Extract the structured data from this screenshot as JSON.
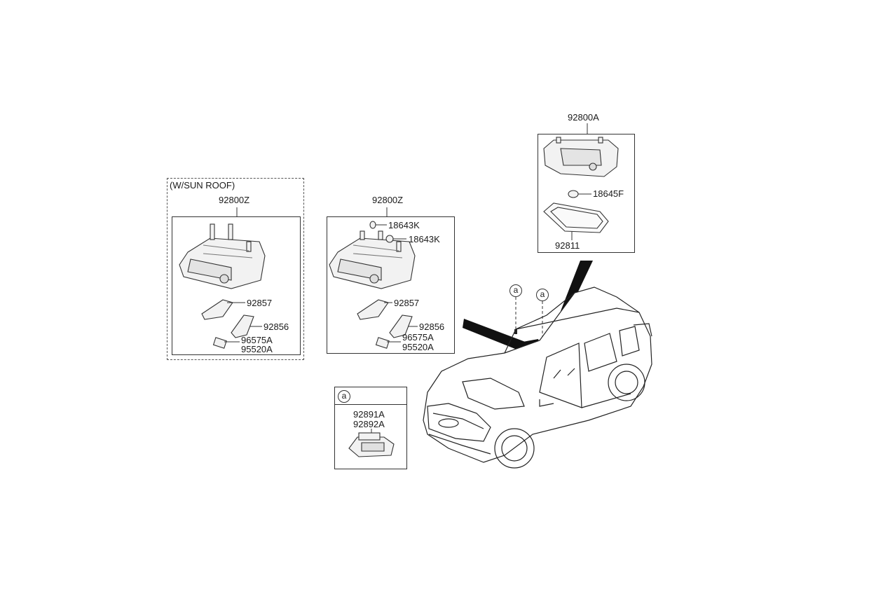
{
  "sunroof_group": {
    "title": "(W/SUN ROOF)",
    "assembly": "92800Z",
    "parts": [
      "92857",
      "92856",
      "96575A",
      "95520A"
    ]
  },
  "standard_group": {
    "assembly": "92800Z",
    "bulbs": [
      "18643K",
      "18643K"
    ],
    "parts": [
      "92857",
      "92856",
      "96575A",
      "95520A"
    ]
  },
  "rear_group": {
    "assembly": "92800A",
    "bulb": "18645F",
    "lens": "92811"
  },
  "ref_group": {
    "marker": "a",
    "parts": [
      "92891A",
      "92892A"
    ]
  },
  "vehicle": {
    "markers": [
      "a",
      "a"
    ]
  }
}
